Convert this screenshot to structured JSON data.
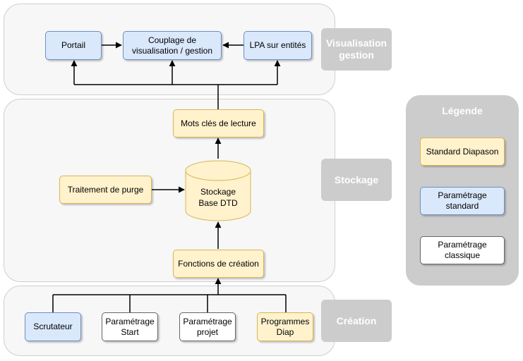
{
  "layers": {
    "visualisation": "Visualisation\ngestion",
    "stockage": "Stockage",
    "creation": "Création"
  },
  "legend": {
    "title": "Légende",
    "items": [
      "Standard Diapason",
      "Paramétrage\nstandard",
      "Paramétrage\nclassique"
    ]
  },
  "nodes": {
    "portail": "Portail",
    "couplage": "Couplage de\nvisualisation / gestion",
    "lpa": "LPA sur entités",
    "mots_cles": "Mots clés de lecture",
    "traitement_purge": "Traitement de purge",
    "stockage_base": "Stockage\nBase DTD",
    "fonctions_creation": "Fonctions de création",
    "scrutateur": "Scrutateur",
    "param_start": "Paramétrage\nStart",
    "param_projet": "Paramétrage\nprojet",
    "programmes_diap": "Programmes\nDiap"
  },
  "colors": {
    "standard_diapason": "#fff2cc",
    "parametrage_standard": "#dae8fc",
    "parametrage_classique": "#ffffff",
    "layer_tag": "#cccccc"
  }
}
